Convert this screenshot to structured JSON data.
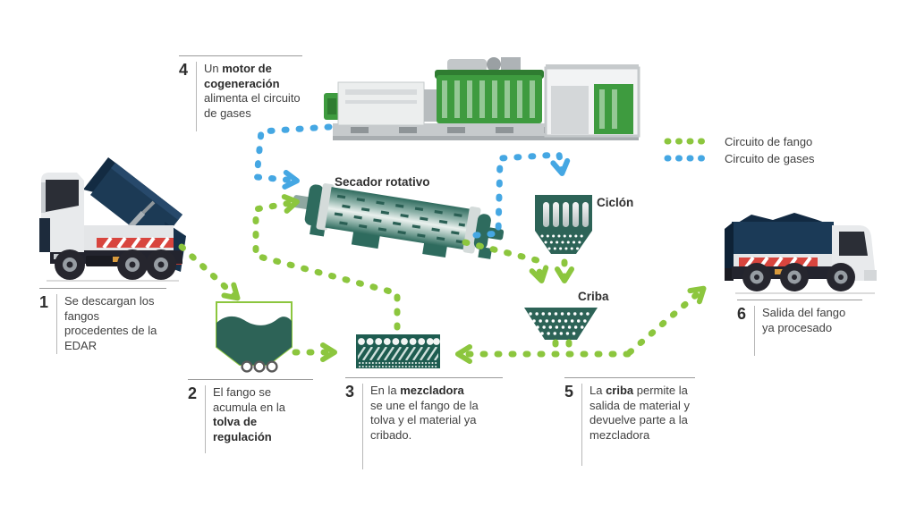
{
  "diagram": {
    "legend": {
      "items": [
        {
          "id": "circuito-fango",
          "label": "Circuito de fango",
          "color": "#8cc63e"
        },
        {
          "id": "circuito-gases",
          "label": "Circuito de gases",
          "color": "#45a7e3"
        }
      ]
    },
    "machine_labels": {
      "dryer": "Secador rotativo",
      "cyclone": "Ciclón",
      "screen": "Criba"
    },
    "steps": [
      {
        "num": "1",
        "segments": [
          {
            "t": "Se descargan los fangos procedentes de la EDAR"
          }
        ]
      },
      {
        "num": "2",
        "segments": [
          {
            "t": "El fango se acumula en la "
          },
          {
            "t": "tolva de regulación",
            "b": true
          }
        ]
      },
      {
        "num": "3",
        "segments": [
          {
            "t": "En la "
          },
          {
            "t": "mezcladora",
            "b": true
          },
          {
            "t": " se une el fango de la tolva y el material ya cribado."
          }
        ]
      },
      {
        "num": "4",
        "segments": [
          {
            "t": "Un "
          },
          {
            "t": "motor de cogeneración",
            "b": true
          },
          {
            "t": " alimenta el circuito de gases"
          }
        ]
      },
      {
        "num": "5",
        "segments": [
          {
            "t": "La "
          },
          {
            "t": "criba",
            "b": true
          },
          {
            "t": " permite la salida de material y devuelve parte a la mezcladora"
          }
        ]
      },
      {
        "num": "6",
        "segments": [
          {
            "t": "Salida del fango ya procesado"
          }
        ]
      }
    ],
    "colors": {
      "fango_green": "#8cc63e",
      "gases_blue": "#45a7e3",
      "machine_teal": "#2d6357",
      "truck_navy": "#1b3a57",
      "engine_green": "#3e9b3f"
    }
  }
}
